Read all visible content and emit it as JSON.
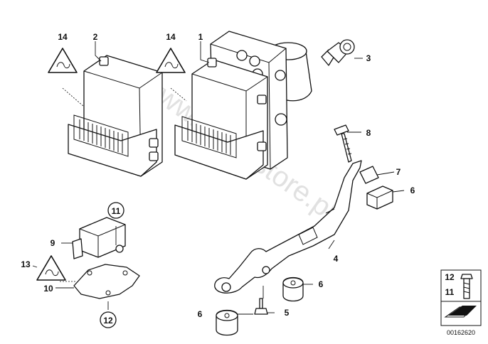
{
  "watermark": "www.BMWstore.pl",
  "callouts": {
    "c14a": "14",
    "c2": "2",
    "c14b": "14",
    "c1": "1",
    "c3": "3",
    "c8": "8",
    "c7": "7",
    "c6a": "6",
    "c11": "11",
    "c9": "9",
    "c13": "13",
    "c10": "10",
    "c12": "12",
    "c4": "4",
    "c6b": "6",
    "c6c": "6",
    "c5": "5"
  },
  "legend": {
    "top": "12",
    "bottom": "11"
  },
  "diagram_number": "00162620",
  "icons": {
    "warning": "hot-surface-warning-triangle-icon",
    "bolt": "hex-bolt-icon",
    "arrow": "direction-arrow-icon"
  }
}
